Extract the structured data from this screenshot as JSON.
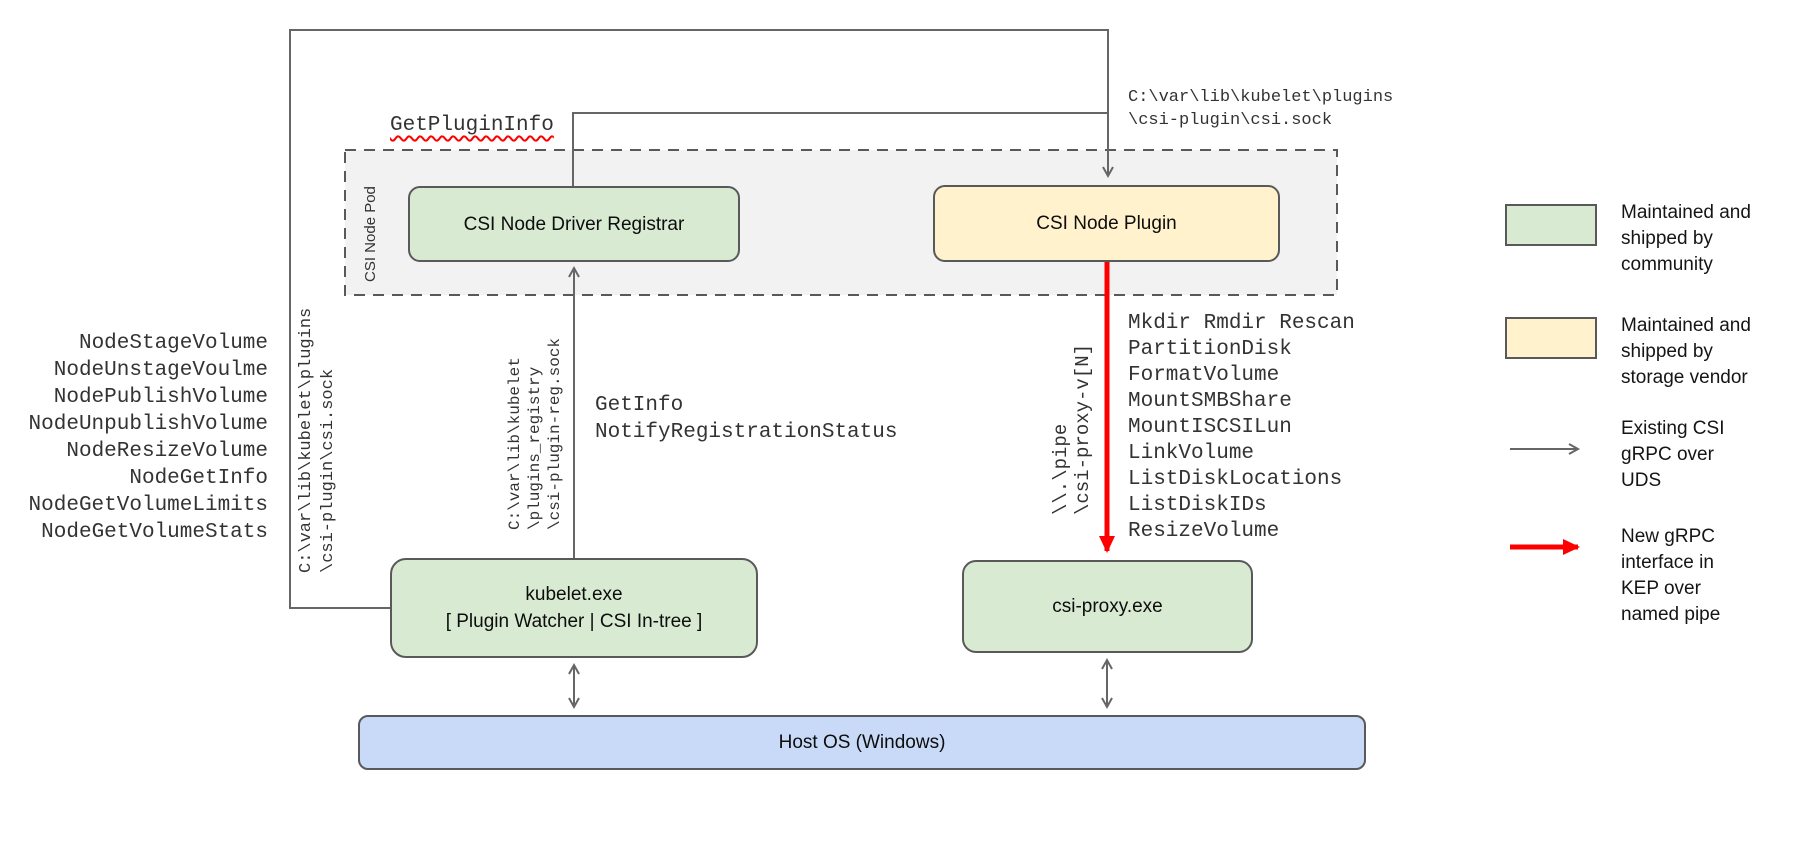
{
  "colors": {
    "community_green": "#d9ead3",
    "vendor_yellow": "#fff2cc",
    "host_blue": "#c9daf8",
    "pod_gray": "#f2f2f2",
    "pod_border": "#595959",
    "line_gray": "#666666",
    "new_interface_red": "#ff0000"
  },
  "pod": {
    "label": "CSI Node Pod"
  },
  "boxes": {
    "registrar": {
      "label": "CSI Node Driver Registrar"
    },
    "plugin": {
      "label": "CSI Node Plugin"
    },
    "kubelet": {
      "line1": "kubelet.exe",
      "line2": "[ Plugin Watcher | CSI In-tree ]"
    },
    "csi_proxy": {
      "label": "csi-proxy.exe"
    },
    "host_os": {
      "label": "Host OS (Windows)"
    }
  },
  "edges": {
    "get_plugin_info": "GetPluginInfo",
    "csi_sock": [
      "C:\\var\\lib\\kubelet\\plugins",
      "\\csi-plugin\\csi.sock"
    ],
    "registration_sock": [
      "C:\\var\\lib\\kubelet",
      "\\plugins_registry",
      "\\csi-plugin-reg.sock"
    ],
    "named_pipe": [
      "\\\\.\\pipe",
      "\\csi-proxy-v[N]"
    ],
    "registration_methods": [
      "GetInfo",
      "NotifyRegistrationStatus"
    ],
    "node_methods": [
      "NodeStageVolume",
      "NodeUnstageVoulme",
      "NodePublishVolume",
      "NodeUnpublishVolume",
      "NodeResizeVolume",
      "NodeGetInfo",
      "NodeGetVolumeLimits",
      "NodeGetVolumeStats"
    ],
    "proxy_methods": [
      "Mkdir Rmdir Rescan",
      "PartitionDisk",
      "FormatVolume",
      "MountSMBShare",
      "MountISCSILun",
      "LinkVolume",
      "ListDiskLocations",
      "ListDiskIDs",
      "ResizeVolume"
    ]
  },
  "legend": {
    "community": [
      "Maintained and",
      "shipped by",
      "community"
    ],
    "vendor": [
      "Maintained and",
      "shipped by",
      "storage vendor"
    ],
    "existing": [
      "Existing CSI",
      "gRPC over",
      "UDS"
    ],
    "new": [
      "New gRPC",
      "interface in",
      "KEP over",
      "named pipe"
    ]
  }
}
